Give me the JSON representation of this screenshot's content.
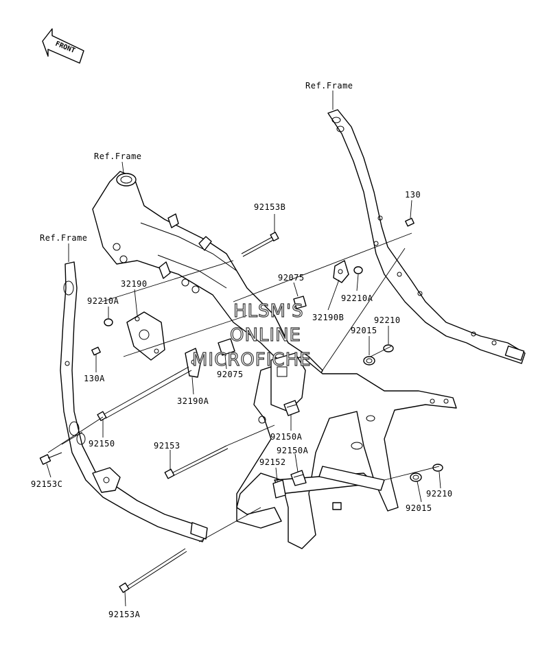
{
  "front_arrow": {
    "label": "FRONT"
  },
  "watermark": {
    "line1": "HLSM'S",
    "line2": "ONLINE",
    "line3": "MICROFICHE"
  },
  "labels": {
    "ref_frame_top": "Ref.Frame",
    "ref_frame_mid": "Ref.Frame",
    "ref_frame_left": "Ref.Frame",
    "p130": "130",
    "p92153B": "92153B",
    "p92075_top": "92075",
    "p32190": "32190",
    "p92210A_left": "92210A",
    "p92210A_right": "92210A",
    "p32190B": "32190B",
    "p92210_right": "92210",
    "p92015_right": "92015",
    "p130A": "130A",
    "p92075_mid": "92075",
    "p32190A": "32190A",
    "p92150": "92150",
    "p92150A_mid": "92150A",
    "p92150A_low": "92150A",
    "p92153": "92153",
    "p92152": "92152",
    "p92153C": "92153C",
    "p92210_low": "92210",
    "p92015_low": "92015",
    "p92153A": "92153A"
  }
}
